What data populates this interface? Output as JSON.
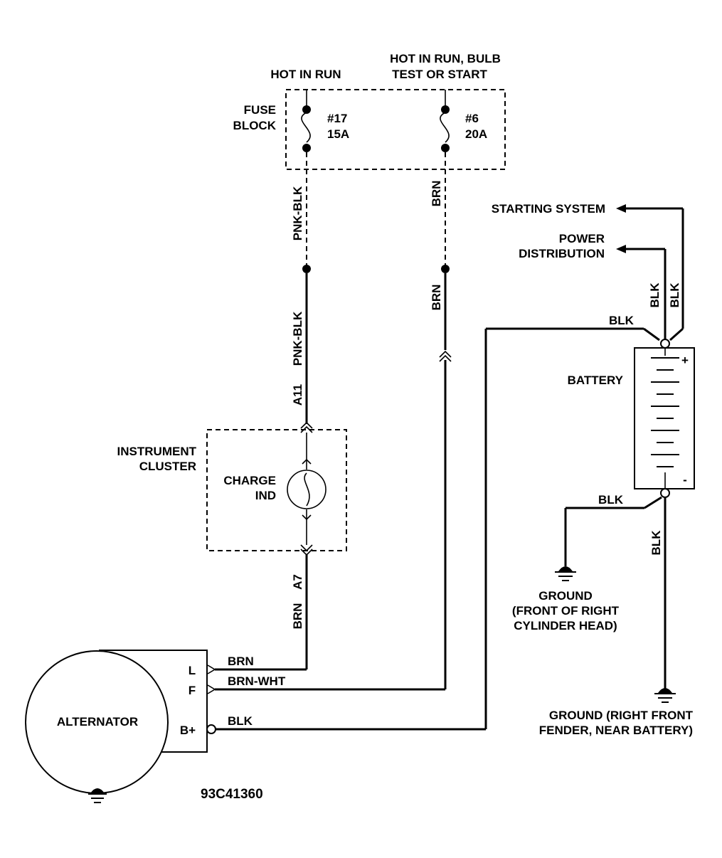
{
  "fuse_block": {
    "label_line1": "FUSE",
    "label_line2": "BLOCK",
    "fuse17": {
      "number": "#17",
      "rating": "15A",
      "hot_label": "HOT IN RUN"
    },
    "fuse6": {
      "number": "#6",
      "rating": "20A",
      "hot_label_line1": "HOT IN RUN, BULB",
      "hot_label_line2": "TEST OR START"
    }
  },
  "wires": {
    "pnk_blk_upper": "PNK-BLK",
    "pnk_blk_lower": "PNK-BLK",
    "brn_upper": "BRN",
    "brn_lower": "BRN",
    "brn_a7": "BRN",
    "brn_l": "BRN",
    "brn_wht_f": "BRN-WHT",
    "blk_bplus": "BLK",
    "blk_battery_top": "BLK",
    "blk_starting": "BLK",
    "blk_power": "BLK",
    "blk_neg_engine": "BLK",
    "blk_neg_fender": "BLK"
  },
  "connectors": {
    "a11": "A11",
    "a7": "A7"
  },
  "instrument_cluster": {
    "label_line1": "INSTRUMENT",
    "label_line2": "CLUSTER",
    "indicator_line1": "CHARGE",
    "indicator_line2": "IND"
  },
  "battery": {
    "label": "BATTERY",
    "positive": "+",
    "negative": "-"
  },
  "outputs": {
    "starting_system": "STARTING SYSTEM",
    "power_line1": "POWER",
    "power_line2": "DISTRIBUTION"
  },
  "grounds": {
    "engine_line1": "GROUND",
    "engine_line2": "(FRONT OF RIGHT",
    "engine_line3": "CYLINDER HEAD)",
    "fender_line1": "GROUND (RIGHT FRONT",
    "fender_line2": "FENDER, NEAR BATTERY)"
  },
  "alternator": {
    "label": "ALTERNATOR",
    "terminal_l": "L",
    "terminal_f": "F",
    "terminal_bplus": "B+"
  },
  "figure_id": "93C41360"
}
